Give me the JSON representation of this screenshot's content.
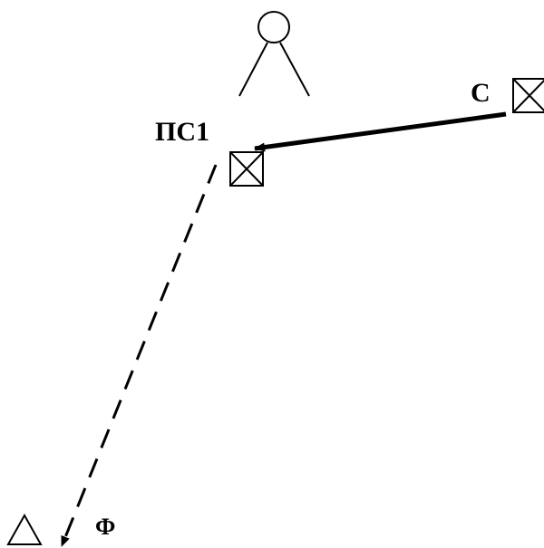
{
  "diagram": {
    "labels": {
      "station_ps1": "ПС1",
      "station_c": "С",
      "point_f": "Ф"
    },
    "colors": {
      "stroke": "#000000",
      "background": "#ffffff"
    },
    "icons": {
      "observer": "observer-icon",
      "station_box": "boxed-x-icon",
      "triangle": "triangle-icon"
    },
    "links": [
      {
        "from": "С",
        "to": "ПС1",
        "style": "solid",
        "arrow": "to"
      },
      {
        "from": "ПС1",
        "to": "Ф",
        "style": "dashed",
        "arrow": "to"
      }
    ]
  }
}
